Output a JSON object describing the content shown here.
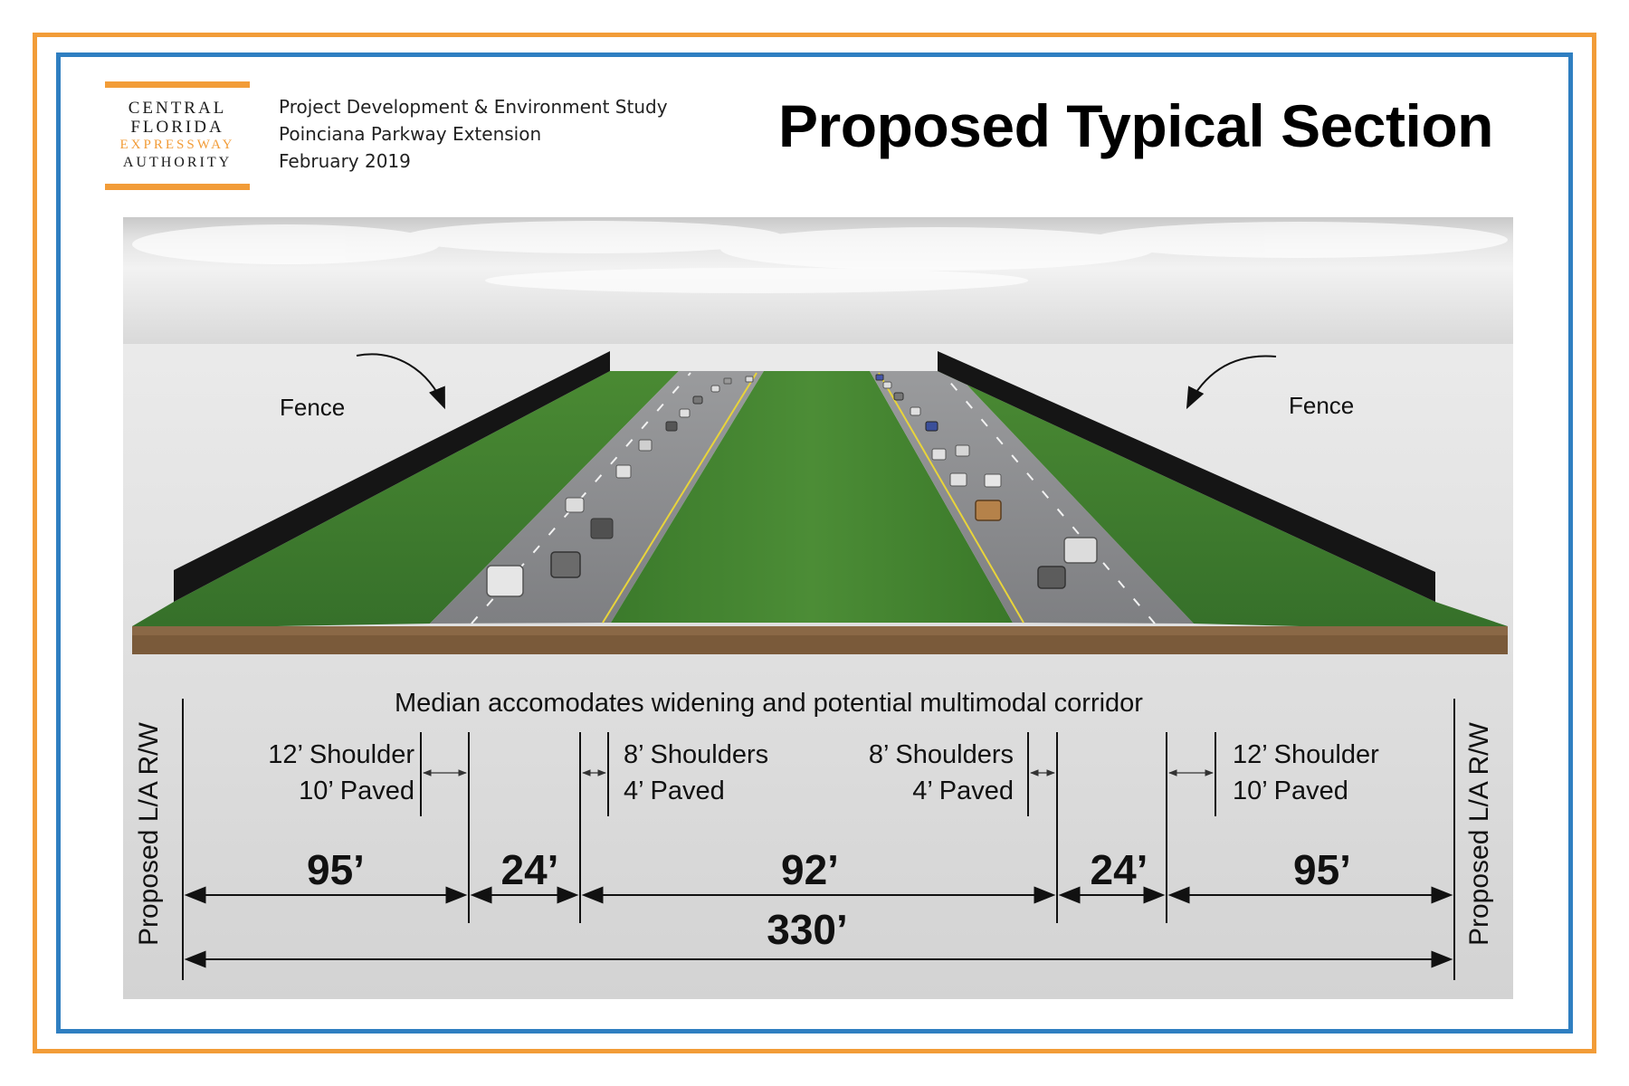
{
  "logo": {
    "line1": "CENTRAL",
    "line2": "FLORIDA",
    "line3": "EXPRESSWAY",
    "line4": "AUTHORITY"
  },
  "header": {
    "study": "Project Development & Environment Study",
    "project": "Poinciana Parkway Extension",
    "date": "February 2019",
    "title": "Proposed Typical Section"
  },
  "annotations": {
    "fence_left": "Fence",
    "fence_right": "Fence",
    "median_note": "Median accomodates widening and potential multimodal corridor",
    "row_left": "Proposed L/A R/W",
    "row_right": "Proposed L/A R/W"
  },
  "shoulders": {
    "outer_left_line1": "12’ Shoulder",
    "outer_left_line2": "10’ Paved",
    "inner_left_line1": "8’ Shoulders",
    "inner_left_line2": "4’ Paved",
    "inner_right_line1": "8’ Shoulders",
    "inner_right_line2": "4’ Paved",
    "outer_right_line1": "12’ Shoulder",
    "outer_right_line2": "10’ Paved"
  },
  "dimensions": {
    "left_border": "95’",
    "left_roadway": "24’",
    "median": "92’",
    "right_roadway": "24’",
    "right_border": "95’",
    "total": "330’"
  },
  "colors": {
    "frame_outer": "#f29c38",
    "frame_inner": "#2f7fc1",
    "grass": "#3f7a2a",
    "pavement": "#8c8d90",
    "soil": "#7a5a3a",
    "fence": "#151515"
  }
}
